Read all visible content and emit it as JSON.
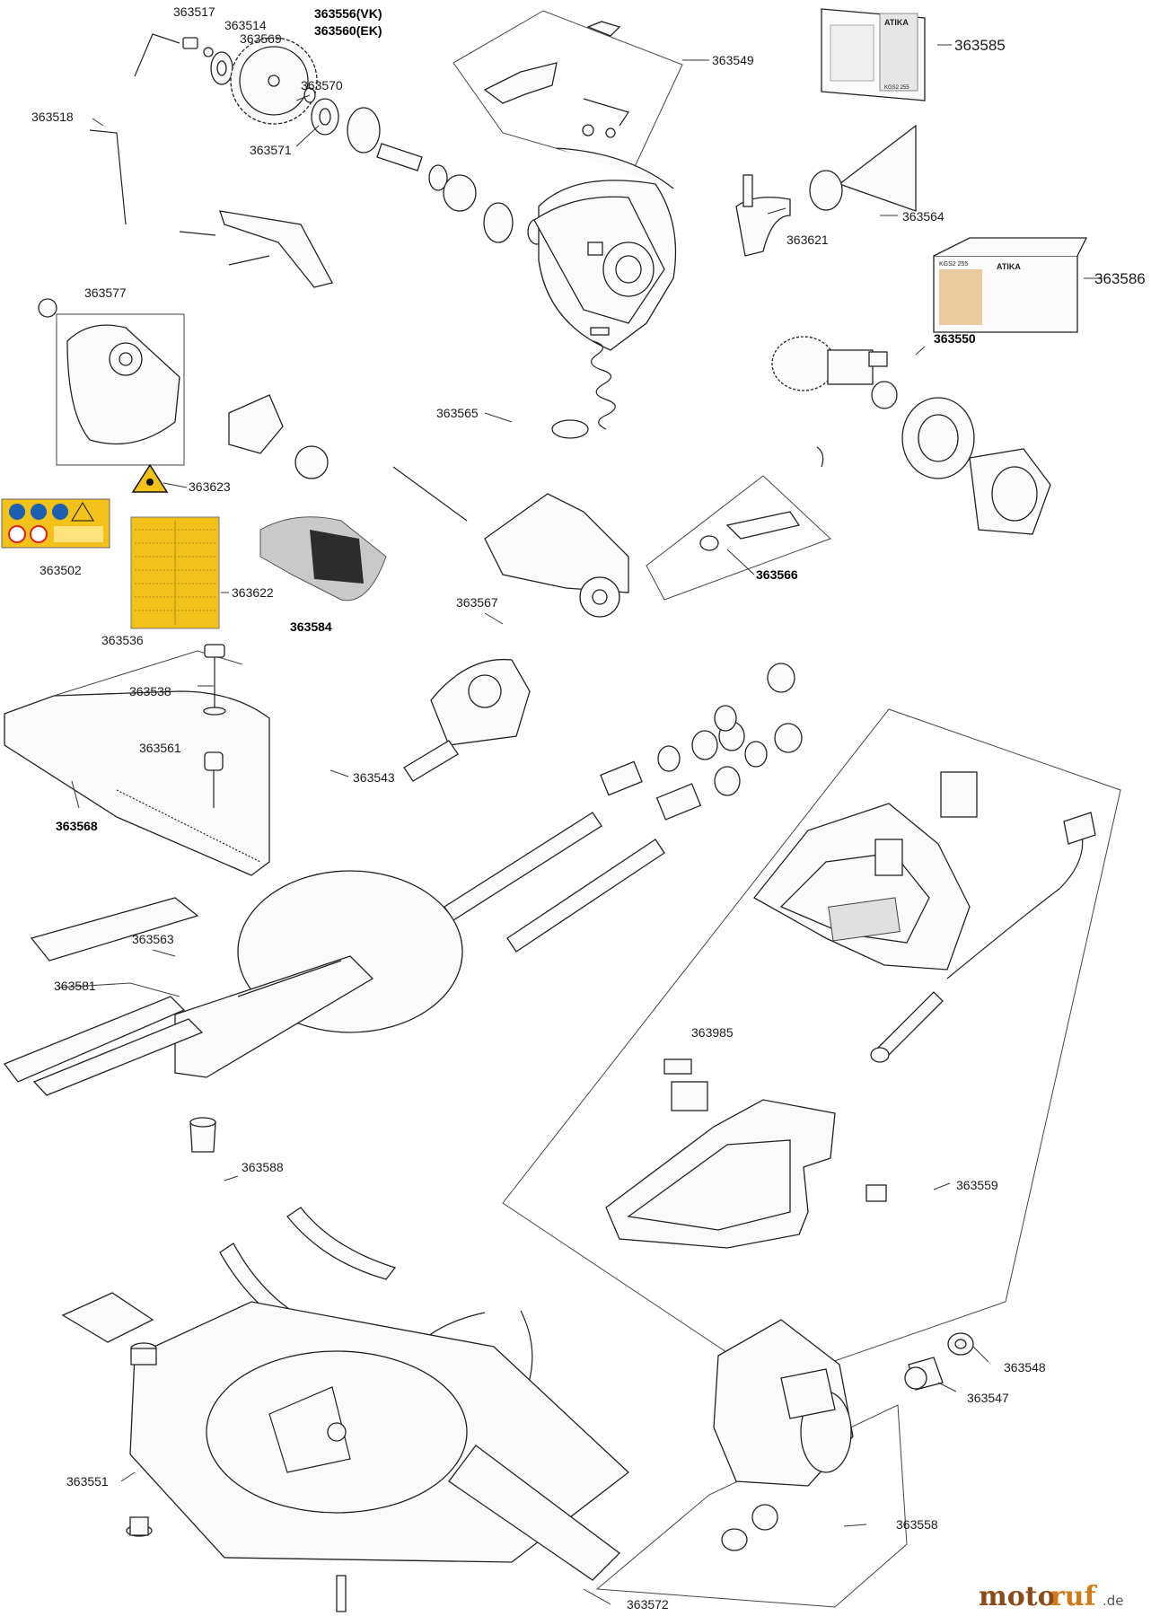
{
  "callouts": [
    {
      "id": "363517",
      "label": "363517"
    },
    {
      "id": "363514",
      "label": "363514"
    },
    {
      "id": "363569",
      "label": "363569"
    },
    {
      "id": "363556",
      "label": "363556(VK)"
    },
    {
      "id": "363560",
      "label": "363560(EK)"
    },
    {
      "id": "363549",
      "label": "363549"
    },
    {
      "id": "363585",
      "label": "363585"
    },
    {
      "id": "363518",
      "label": "363518"
    },
    {
      "id": "363570",
      "label": "363570"
    },
    {
      "id": "363571",
      "label": "363571"
    },
    {
      "id": "363564",
      "label": "363564"
    },
    {
      "id": "363621",
      "label": "363621"
    },
    {
      "id": "363586",
      "label": "363586"
    },
    {
      "id": "363577",
      "label": "363577"
    },
    {
      "id": "363550",
      "label": "363550"
    },
    {
      "id": "363565",
      "label": "363565"
    },
    {
      "id": "363623",
      "label": "363623"
    },
    {
      "id": "363502",
      "label": "363502"
    },
    {
      "id": "363622",
      "label": "363622"
    },
    {
      "id": "363584",
      "label": "363584"
    },
    {
      "id": "363566",
      "label": "363566"
    },
    {
      "id": "363567",
      "label": "363567"
    },
    {
      "id": "363536",
      "label": "363536"
    },
    {
      "id": "363538",
      "label": "363538"
    },
    {
      "id": "363561",
      "label": "363561"
    },
    {
      "id": "363543",
      "label": "363543"
    },
    {
      "id": "363568",
      "label": "363568"
    },
    {
      "id": "363563",
      "label": "363563"
    },
    {
      "id": "363581",
      "label": "363581"
    },
    {
      "id": "363985",
      "label": "363985"
    },
    {
      "id": "363588",
      "label": "363588"
    },
    {
      "id": "363559",
      "label": "363559"
    },
    {
      "id": "363548",
      "label": "363548"
    },
    {
      "id": "363547",
      "label": "363547"
    },
    {
      "id": "363551",
      "label": "363551"
    },
    {
      "id": "363558",
      "label": "363558"
    },
    {
      "id": "363572",
      "label": "363572"
    }
  ],
  "manual_cover_text": "ATIKA",
  "manual_model_text": "KGS2 255",
  "box_brand_text": "ATIKA",
  "box_model_text": "KGS2 255",
  "watermark": {
    "part1": "moto",
    "part2": "ruf",
    "suffix": ".de"
  },
  "colors": {
    "warning_yellow": "#f2c21b",
    "safety_blue": "#1d5fb0",
    "safety_red": "#d22",
    "watermark_brown": "#8a4a1a",
    "watermark_orange": "#d07a1a"
  }
}
